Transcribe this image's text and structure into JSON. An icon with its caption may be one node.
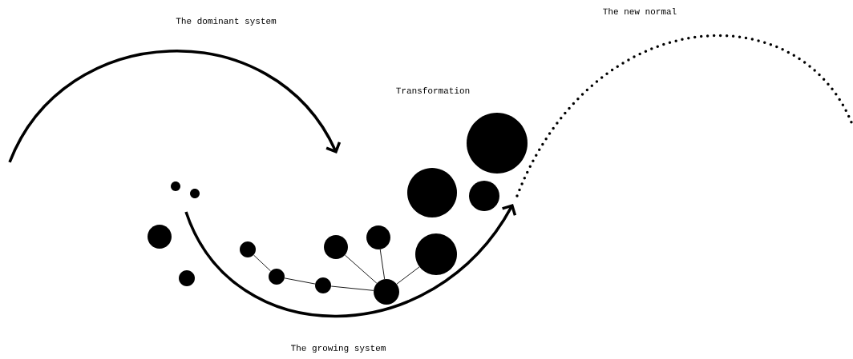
{
  "diagram": {
    "nodes": [
      {
        "text": [],
        "shape": "circle"
      },
      {
        "text": [],
        "shape": "circle"
      },
      {
        "text": [],
        "shape": "circle"
      },
      {
        "text": [],
        "shape": "circle"
      },
      {
        "text": [],
        "shape": "circle"
      },
      {
        "text": [],
        "shape": "circle"
      },
      {
        "text": [],
        "shape": "circle"
      },
      {
        "text": [],
        "shape": "circle"
      },
      {
        "text": [],
        "shape": "circle"
      },
      {
        "text": [],
        "shape": "circle"
      },
      {
        "text": [],
        "shape": "circle"
      },
      {
        "text": [],
        "shape": "circle"
      },
      {
        "text": [],
        "shape": "circle"
      },
      {
        "text": [],
        "shape": "circle"
      }
    ],
    "edges": [
      {
        "from": 4,
        "to": 5,
        "arrow": "none"
      },
      {
        "from": 5,
        "to": 6,
        "arrow": "none"
      },
      {
        "from": 6,
        "to": 9,
        "arrow": "none"
      },
      {
        "from": 7,
        "to": 9,
        "arrow": "none"
      },
      {
        "from": 8,
        "to": 9,
        "arrow": "none"
      },
      {
        "from": 11,
        "to": 9,
        "arrow": "none"
      }
    ],
    "labels": [
      "The dominant system",
      "The new normal",
      "Transformation",
      "The growing system"
    ]
  }
}
